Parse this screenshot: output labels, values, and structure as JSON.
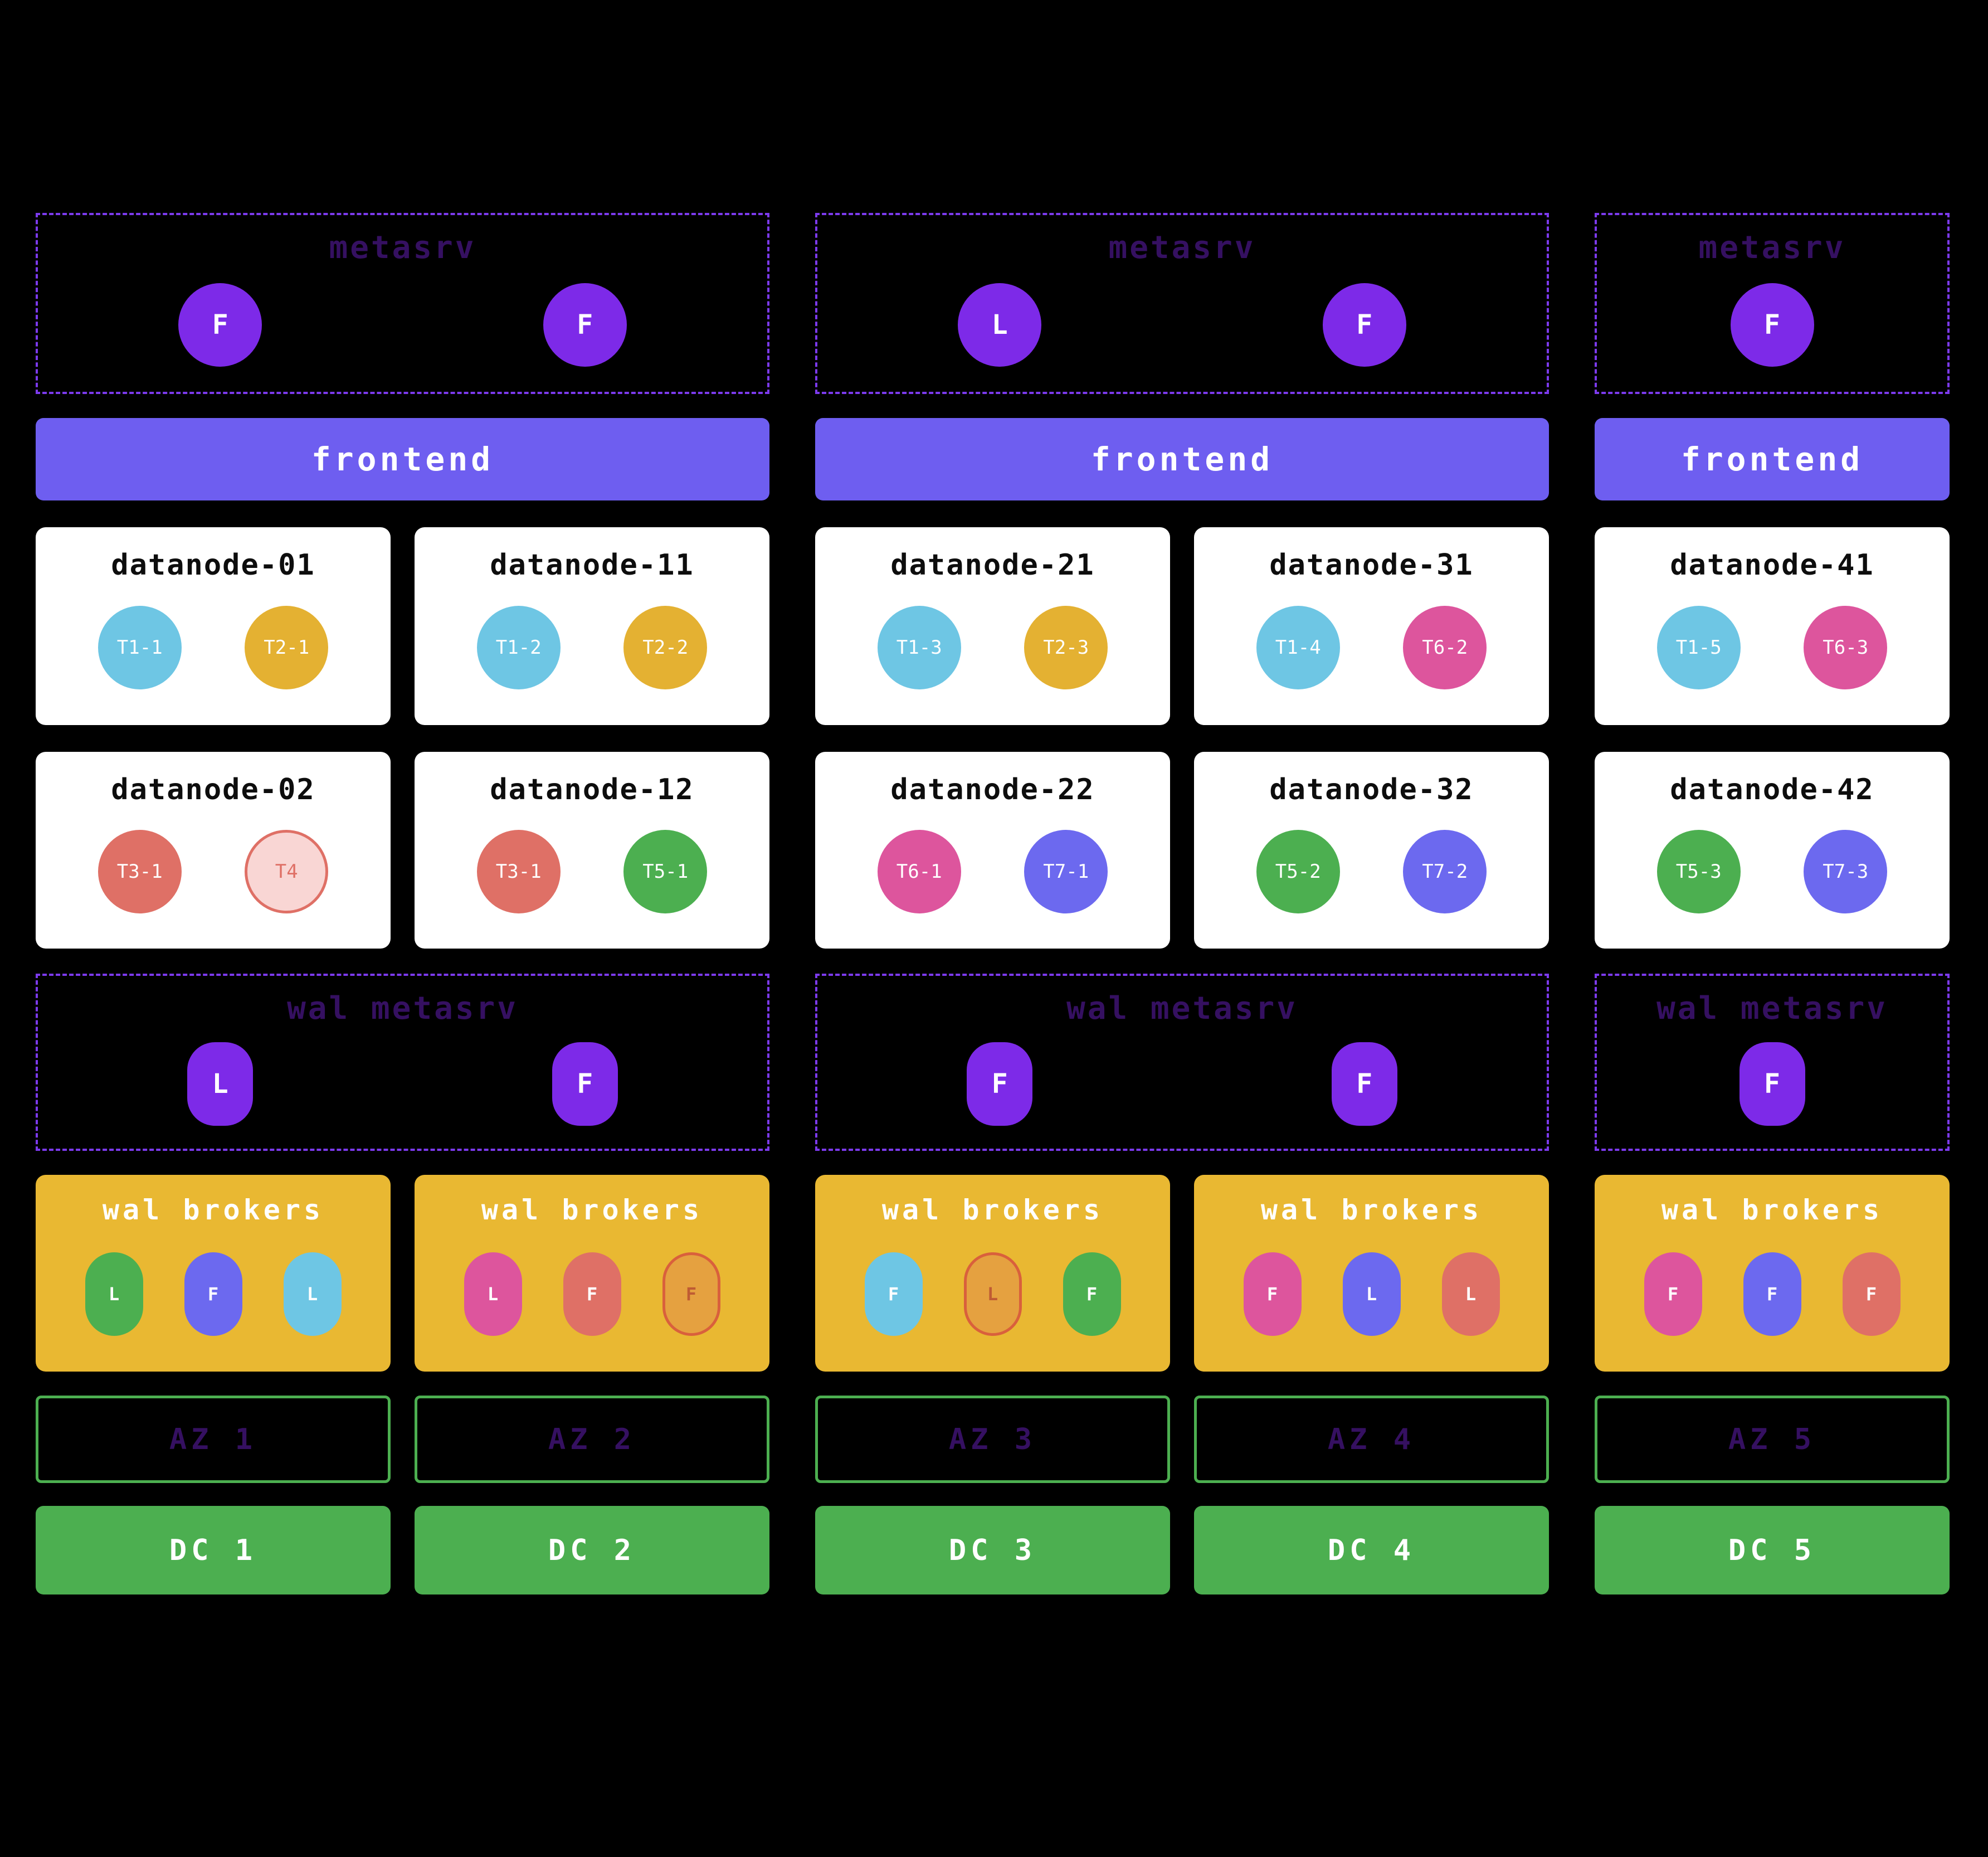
{
  "colors": {
    "background": "#000000",
    "metasrv_purple": "#7D2AE8",
    "frontend_indigo": "#6E5EF0",
    "broker_gold": "#E9B832",
    "dc_green": "#4CAF50",
    "az_border_green": "#4CAF50",
    "dashed_border_purple": "#7C3AED",
    "dim_title_purple": "#351061",
    "card_white": "#FFFFFF"
  },
  "metasrv": [
    {
      "title": "metasrv",
      "nodes": [
        {
          "label": "F"
        },
        {
          "label": "F"
        }
      ]
    },
    {
      "title": "metasrv",
      "nodes": [
        {
          "label": "L"
        },
        {
          "label": "F"
        }
      ]
    },
    {
      "title": "metasrv",
      "nodes": [
        {
          "label": "F"
        }
      ]
    }
  ],
  "frontend": [
    {
      "label": "frontend"
    },
    {
      "label": "frontend"
    },
    {
      "label": "frontend"
    }
  ],
  "datanode_rows": [
    [
      {
        "name": "datanode-01",
        "pods": [
          {
            "label": "T1-1",
            "color": "#6EC6E4"
          },
          {
            "label": "T2-1",
            "color": "#E4B132"
          }
        ]
      },
      {
        "name": "datanode-11",
        "pods": [
          {
            "label": "T1-2",
            "color": "#6EC6E4"
          },
          {
            "label": "T2-2",
            "color": "#E4B132"
          }
        ]
      },
      {
        "name": "datanode-21",
        "pods": [
          {
            "label": "T1-3",
            "color": "#6EC6E4"
          },
          {
            "label": "T2-3",
            "color": "#E4B132"
          }
        ]
      },
      {
        "name": "datanode-31",
        "pods": [
          {
            "label": "T1-4",
            "color": "#6EC6E4"
          },
          {
            "label": "T6-2",
            "color": "#DD559D"
          }
        ]
      },
      {
        "name": "datanode-41",
        "pods": [
          {
            "label": "T1-5",
            "color": "#6EC6E4"
          },
          {
            "label": "T6-3",
            "color": "#DD559D"
          }
        ]
      }
    ],
    [
      {
        "name": "datanode-02",
        "pods": [
          {
            "label": "T3-1",
            "color": "#DF7066"
          },
          {
            "label": "T4",
            "color": "#F9D6D4"
          }
        ]
      },
      {
        "name": "datanode-12",
        "pods": [
          {
            "label": "T3-1",
            "color": "#DF7066"
          },
          {
            "label": "T5-1",
            "color": "#4CAF50"
          }
        ]
      },
      {
        "name": "datanode-22",
        "pods": [
          {
            "label": "T6-1",
            "color": "#DD559D"
          },
          {
            "label": "T7-1",
            "color": "#6C69EF"
          }
        ]
      },
      {
        "name": "datanode-32",
        "pods": [
          {
            "label": "T5-2",
            "color": "#4CAF50"
          },
          {
            "label": "T7-2",
            "color": "#6C69EF"
          }
        ]
      },
      {
        "name": "datanode-42",
        "pods": [
          {
            "label": "T5-3",
            "color": "#4CAF50"
          },
          {
            "label": "T7-3",
            "color": "#6C69EF"
          }
        ]
      }
    ]
  ],
  "wal_metasrv": [
    {
      "title": "wal metasrv",
      "nodes": [
        {
          "label": "L"
        },
        {
          "label": "F"
        }
      ]
    },
    {
      "title": "wal metasrv",
      "nodes": [
        {
          "label": "F"
        },
        {
          "label": "F"
        }
      ]
    },
    {
      "title": "wal metasrv",
      "nodes": [
        {
          "label": "F"
        }
      ]
    }
  ],
  "wal_brokers": [
    {
      "title": "wal brokers",
      "badges": [
        {
          "label": "L",
          "color": "#4CAF50"
        },
        {
          "label": "F",
          "color": "#6C69EF"
        },
        {
          "label": "L",
          "color": "#6EC6E4"
        }
      ]
    },
    {
      "title": "wal brokers",
      "badges": [
        {
          "label": "L",
          "color": "#DD559D"
        },
        {
          "label": "F",
          "color": "#DF7066"
        },
        {
          "label": "F",
          "color": "#E5A140"
        }
      ]
    },
    {
      "title": "wal brokers",
      "badges": [
        {
          "label": "F",
          "color": "#6EC6E4"
        },
        {
          "label": "L",
          "color": "#E5A140"
        },
        {
          "label": "F",
          "color": "#4CAF50"
        }
      ]
    },
    {
      "title": "wal brokers",
      "badges": [
        {
          "label": "F",
          "color": "#DD559D"
        },
        {
          "label": "L",
          "color": "#6C69EF"
        },
        {
          "label": "L",
          "color": "#DF7066"
        }
      ]
    },
    {
      "title": "wal brokers",
      "badges": [
        {
          "label": "F",
          "color": "#DD559D"
        },
        {
          "label": "F",
          "color": "#6C69EF"
        },
        {
          "label": "F",
          "color": "#DF7066"
        }
      ]
    }
  ],
  "availability_zones": [
    {
      "label": "AZ 1"
    },
    {
      "label": "AZ 2"
    },
    {
      "label": "AZ 3"
    },
    {
      "label": "AZ 4"
    },
    {
      "label": "AZ 5"
    }
  ],
  "datacenters": [
    {
      "label": "DC 1"
    },
    {
      "label": "DC 2"
    },
    {
      "label": "DC 3"
    },
    {
      "label": "DC 4"
    },
    {
      "label": "DC 5"
    }
  ]
}
